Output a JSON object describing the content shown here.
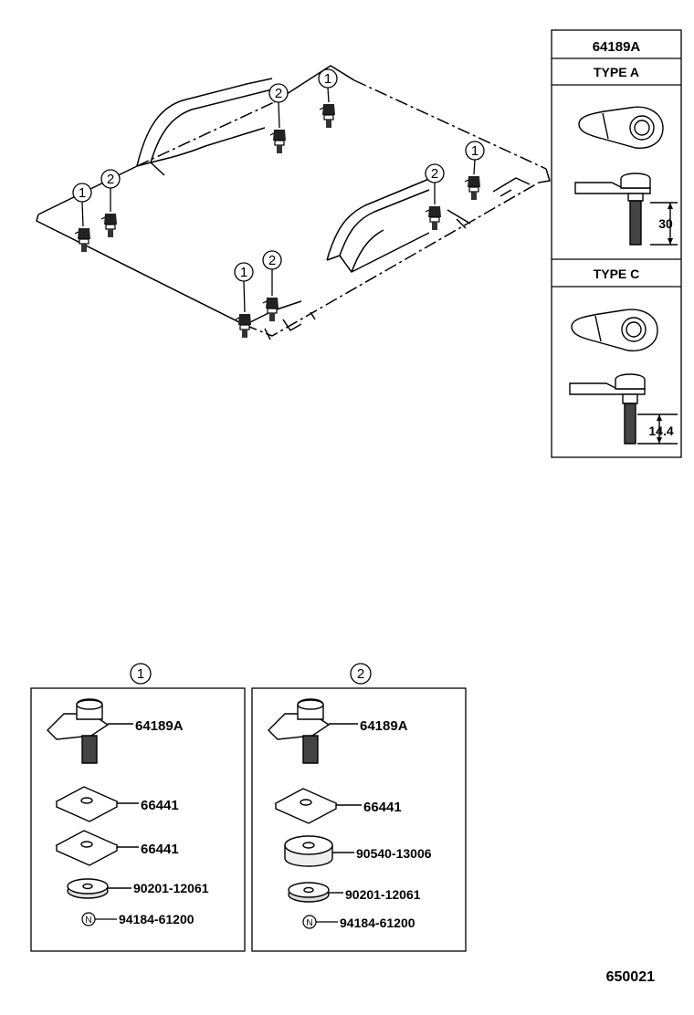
{
  "main_view": {
    "callouts": [
      "1",
      "2",
      "1",
      "2",
      "1",
      "2",
      "1",
      "2"
    ]
  },
  "type_panel": {
    "part_no": "64189A",
    "type_a": {
      "title": "TYPE A",
      "dimension": "30"
    },
    "type_c": {
      "title": "TYPE C",
      "dimension": "14.4"
    }
  },
  "groups": [
    {
      "callout": "1",
      "parts": [
        {
          "number": "64189A"
        },
        {
          "number": "66441"
        },
        {
          "number": "66441"
        },
        {
          "number": "90201-12061"
        },
        {
          "number": "94184-61200",
          "mark": "N"
        }
      ]
    },
    {
      "callout": "2",
      "parts": [
        {
          "number": "64189A"
        },
        {
          "number": "66441"
        },
        {
          "number": "90540-13006"
        },
        {
          "number": "90201-12061"
        },
        {
          "number": "94184-61200",
          "mark": "N"
        }
      ]
    }
  ],
  "drawing_number": "650021"
}
